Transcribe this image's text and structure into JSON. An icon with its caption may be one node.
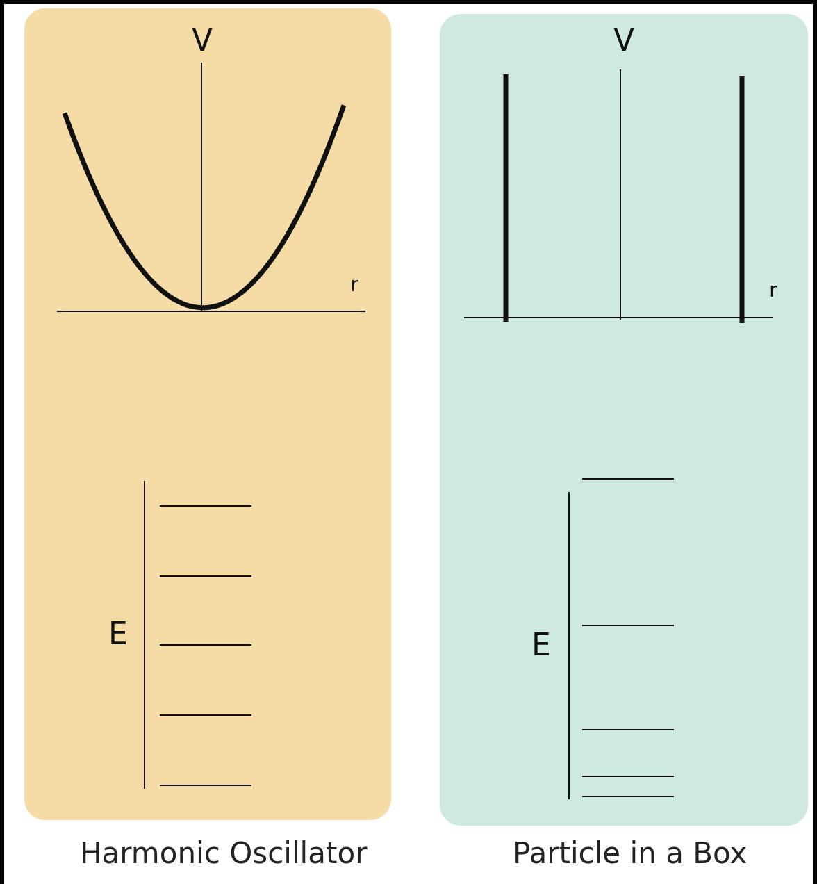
{
  "diagram": {
    "nodes": [
      {
        "text": [],
        "shape": "box",
        "beside": [
          "Harmonic Oscillator"
        ]
      },
      {
        "text": [],
        "shape": "box",
        "beside": [
          "Particle in a Box"
        ]
      }
    ],
    "labels": [
      "V",
      "r",
      "E",
      "V",
      "r",
      "E"
    ]
  }
}
